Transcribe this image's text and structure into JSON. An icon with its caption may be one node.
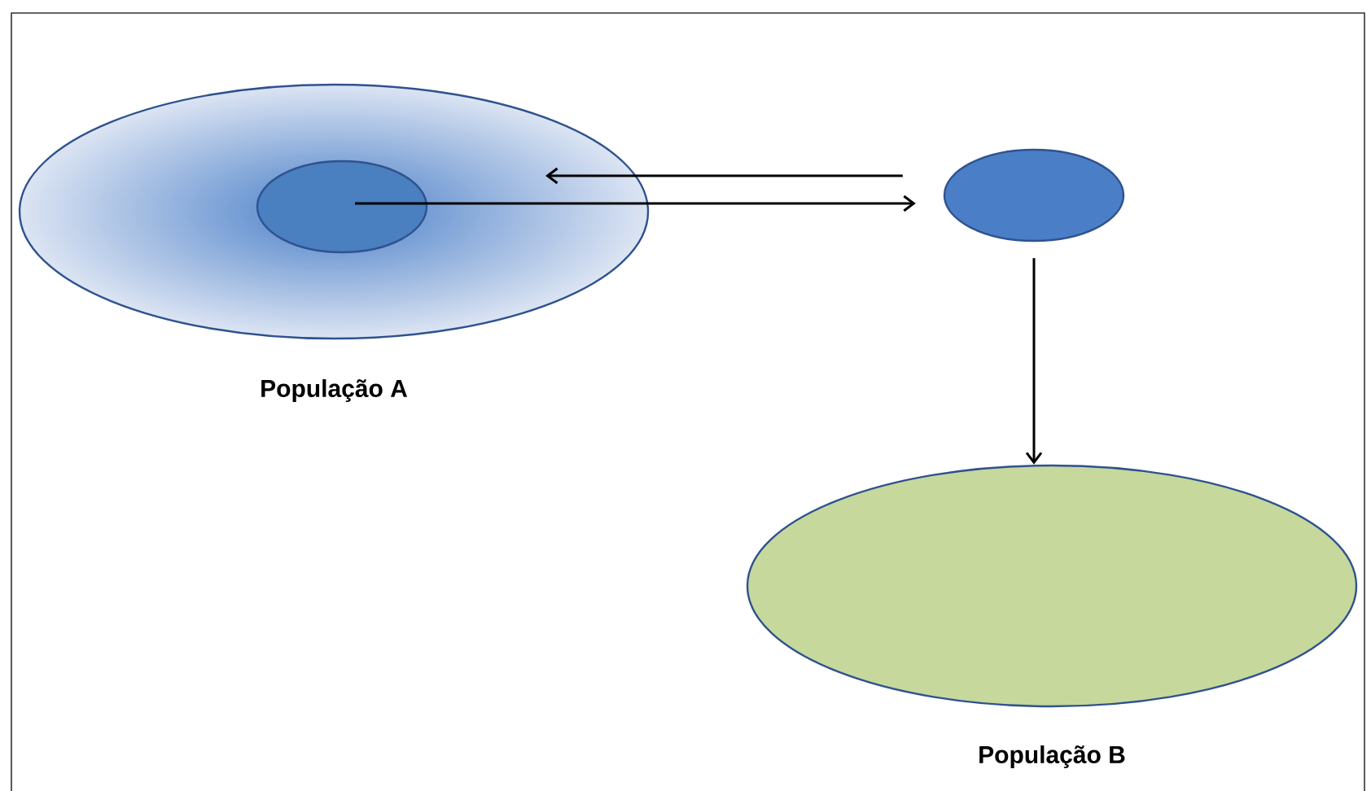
{
  "diagram": {
    "nodes": [
      {
        "text": [
          "População A"
        ]
      },
      {
        "text": [],
        "shape": "ellipse",
        "in": 0
      },
      {
        "text": [],
        "shape": "ellipse"
      },
      {
        "text": [
          "População B"
        ]
      }
    ],
    "edges": [
      {
        "from": 1,
        "to": 2,
        "arrow": "to"
      },
      {
        "from": 2,
        "to": 0,
        "arrow": "to"
      },
      {
        "from": 2,
        "to": 3,
        "arrow": "to"
      }
    ]
  }
}
